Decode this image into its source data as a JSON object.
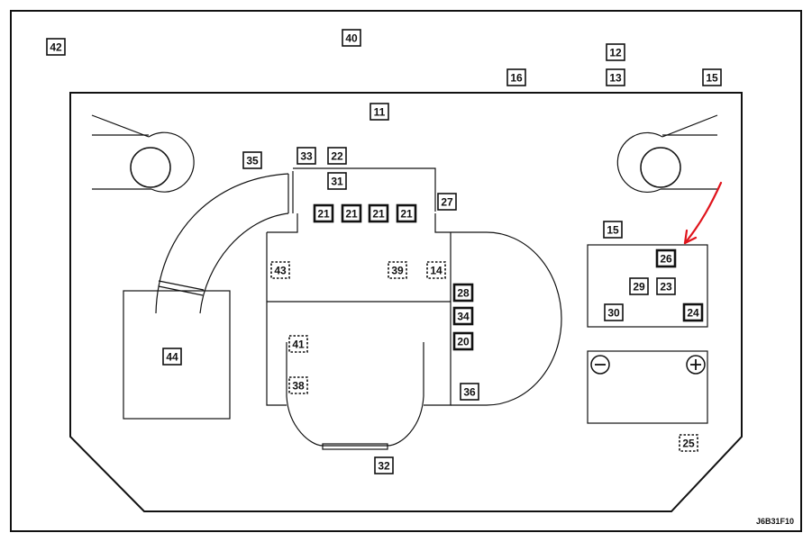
{
  "diagram": {
    "reference_code": "J6B31F10",
    "callouts": [
      {
        "id": "42",
        "hidden": false
      },
      {
        "id": "40",
        "hidden": false
      },
      {
        "id": "12",
        "hidden": false
      },
      {
        "id": "13",
        "hidden": false
      },
      {
        "id": "16",
        "hidden": false
      },
      {
        "id": "15",
        "hidden": false
      },
      {
        "id": "11",
        "hidden": false
      },
      {
        "id": "35",
        "hidden": false
      },
      {
        "id": "33",
        "hidden": false
      },
      {
        "id": "22",
        "hidden": false
      },
      {
        "id": "31",
        "hidden": false
      },
      {
        "id": "21",
        "hidden": false
      },
      {
        "id": "21",
        "hidden": false
      },
      {
        "id": "21",
        "hidden": false
      },
      {
        "id": "21",
        "hidden": false
      },
      {
        "id": "27",
        "hidden": false
      },
      {
        "id": "15",
        "hidden": false
      },
      {
        "id": "26",
        "hidden": false
      },
      {
        "id": "29",
        "hidden": false
      },
      {
        "id": "23",
        "hidden": false
      },
      {
        "id": "30",
        "hidden": false
      },
      {
        "id": "24",
        "hidden": false
      },
      {
        "id": "43",
        "hidden": true
      },
      {
        "id": "39",
        "hidden": true
      },
      {
        "id": "14",
        "hidden": true
      },
      {
        "id": "28",
        "hidden": false
      },
      {
        "id": "34",
        "hidden": false
      },
      {
        "id": "20",
        "hidden": false
      },
      {
        "id": "41",
        "hidden": true
      },
      {
        "id": "38",
        "hidden": true
      },
      {
        "id": "36",
        "hidden": false
      },
      {
        "id": "44",
        "hidden": false
      },
      {
        "id": "32",
        "hidden": false
      },
      {
        "id": "25",
        "hidden": true
      }
    ],
    "battery_terminals": {
      "negative": "⊖",
      "positive": "⊕"
    },
    "colors": {
      "line": "#111111",
      "annotation_arrow": "#e0141c",
      "background": "#ffffff"
    }
  }
}
